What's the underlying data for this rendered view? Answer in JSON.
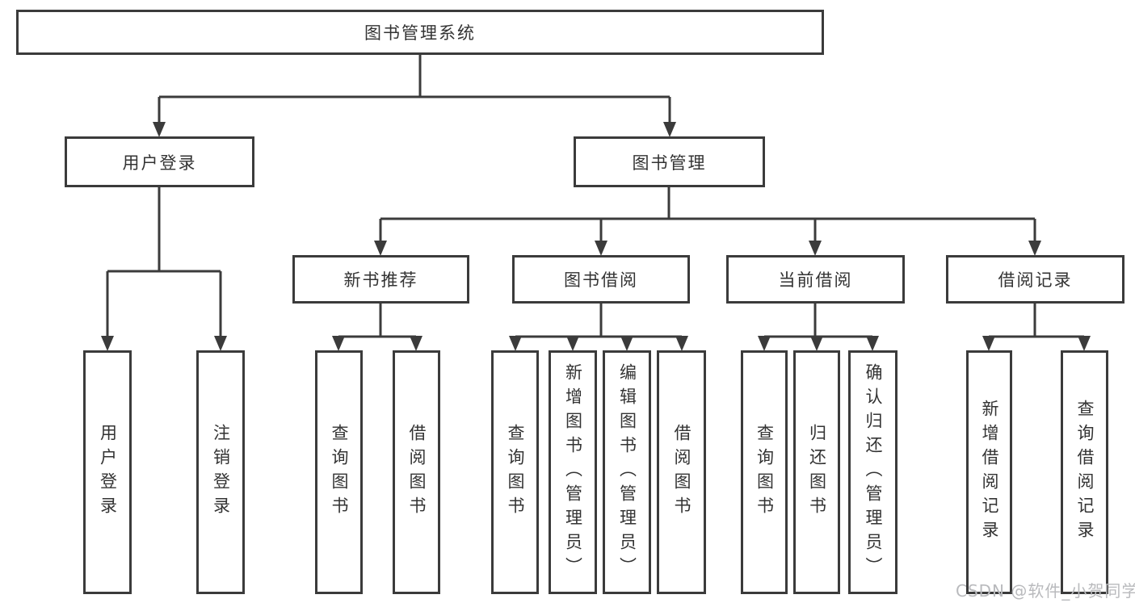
{
  "diagram": {
    "root": {
      "label": "图书管理系统"
    },
    "level1": [
      {
        "label": "用户登录"
      },
      {
        "label": "图书管理"
      }
    ],
    "level2": [
      {
        "label": "新书推荐"
      },
      {
        "label": "图书借阅"
      },
      {
        "label": "当前借阅"
      },
      {
        "label": "借阅记录"
      }
    ],
    "leaves": {
      "user_login": [
        "用户登录",
        "注销登录"
      ],
      "new_book_recommend": [
        "查询图书",
        "借阅图书"
      ],
      "book_borrow": [
        "查询图书",
        "新增图书（管理员）",
        "编辑图书（管理员）",
        "借阅图书"
      ],
      "current_borrow": [
        "查询图书",
        "归还图书",
        "确认归还（管理员）"
      ],
      "borrow_record": [
        "新增借阅记录",
        "查询借阅记录"
      ]
    },
    "line_color": "#3b3b3b"
  },
  "watermark": "CSDN @软件_小贺同学"
}
